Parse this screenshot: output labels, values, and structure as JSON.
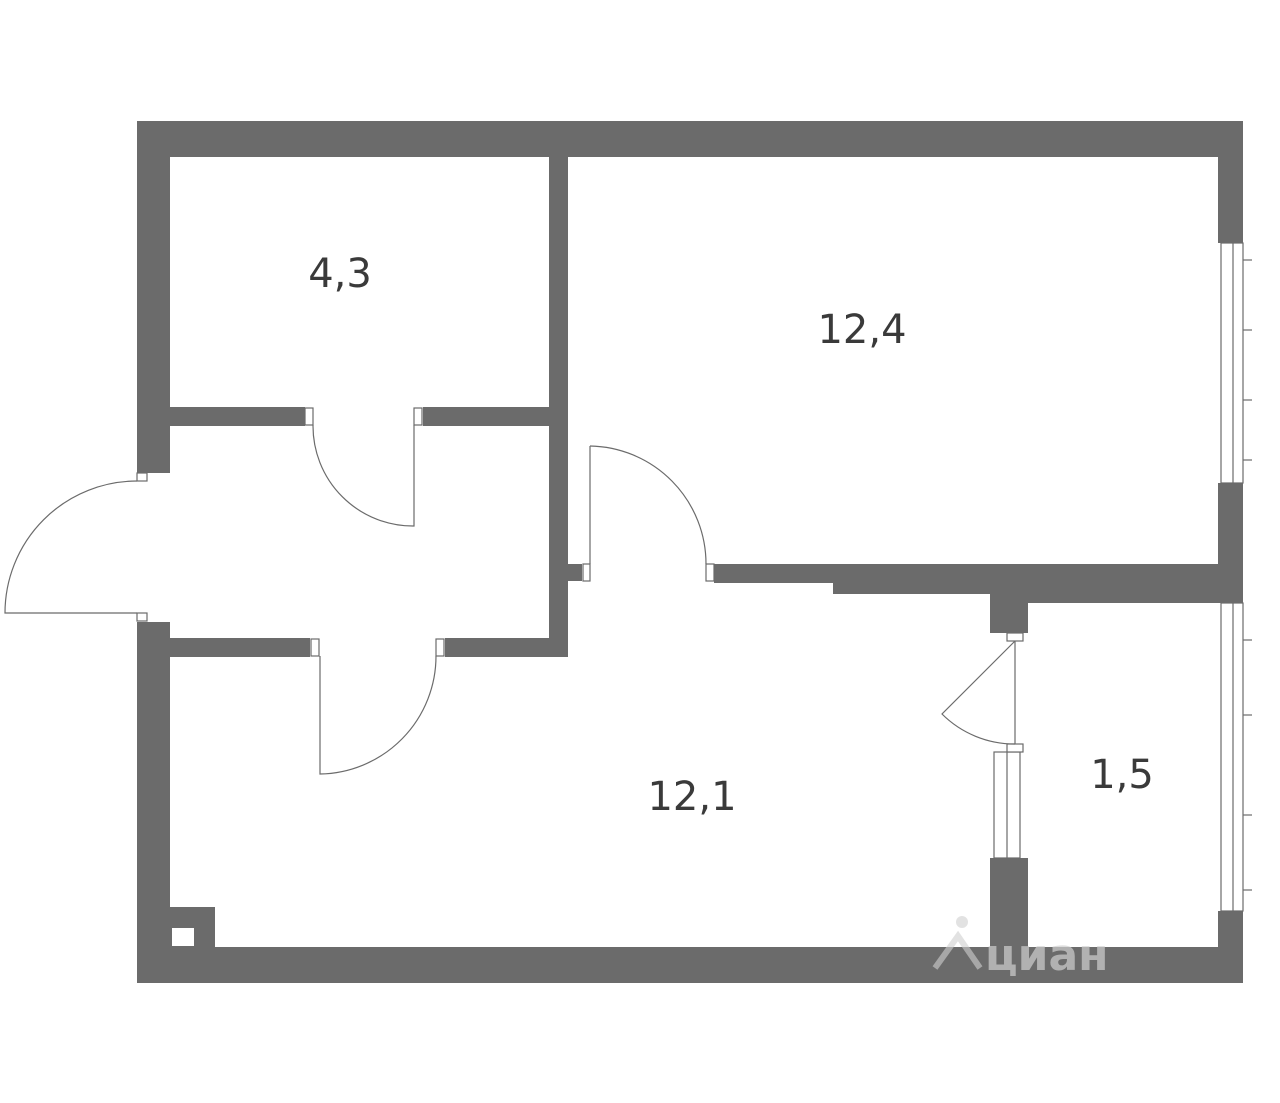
{
  "rooms": [
    {
      "id": "storage",
      "area": "4,3"
    },
    {
      "id": "room",
      "area": "12,4"
    },
    {
      "id": "hall",
      "area": "12,1"
    },
    {
      "id": "balcony",
      "area": "1,5"
    }
  ],
  "watermark": {
    "text": "циан"
  },
  "colors": {
    "wall": "#6b6b6b",
    "label": "#3a3a3a",
    "background": "#ffffff"
  }
}
